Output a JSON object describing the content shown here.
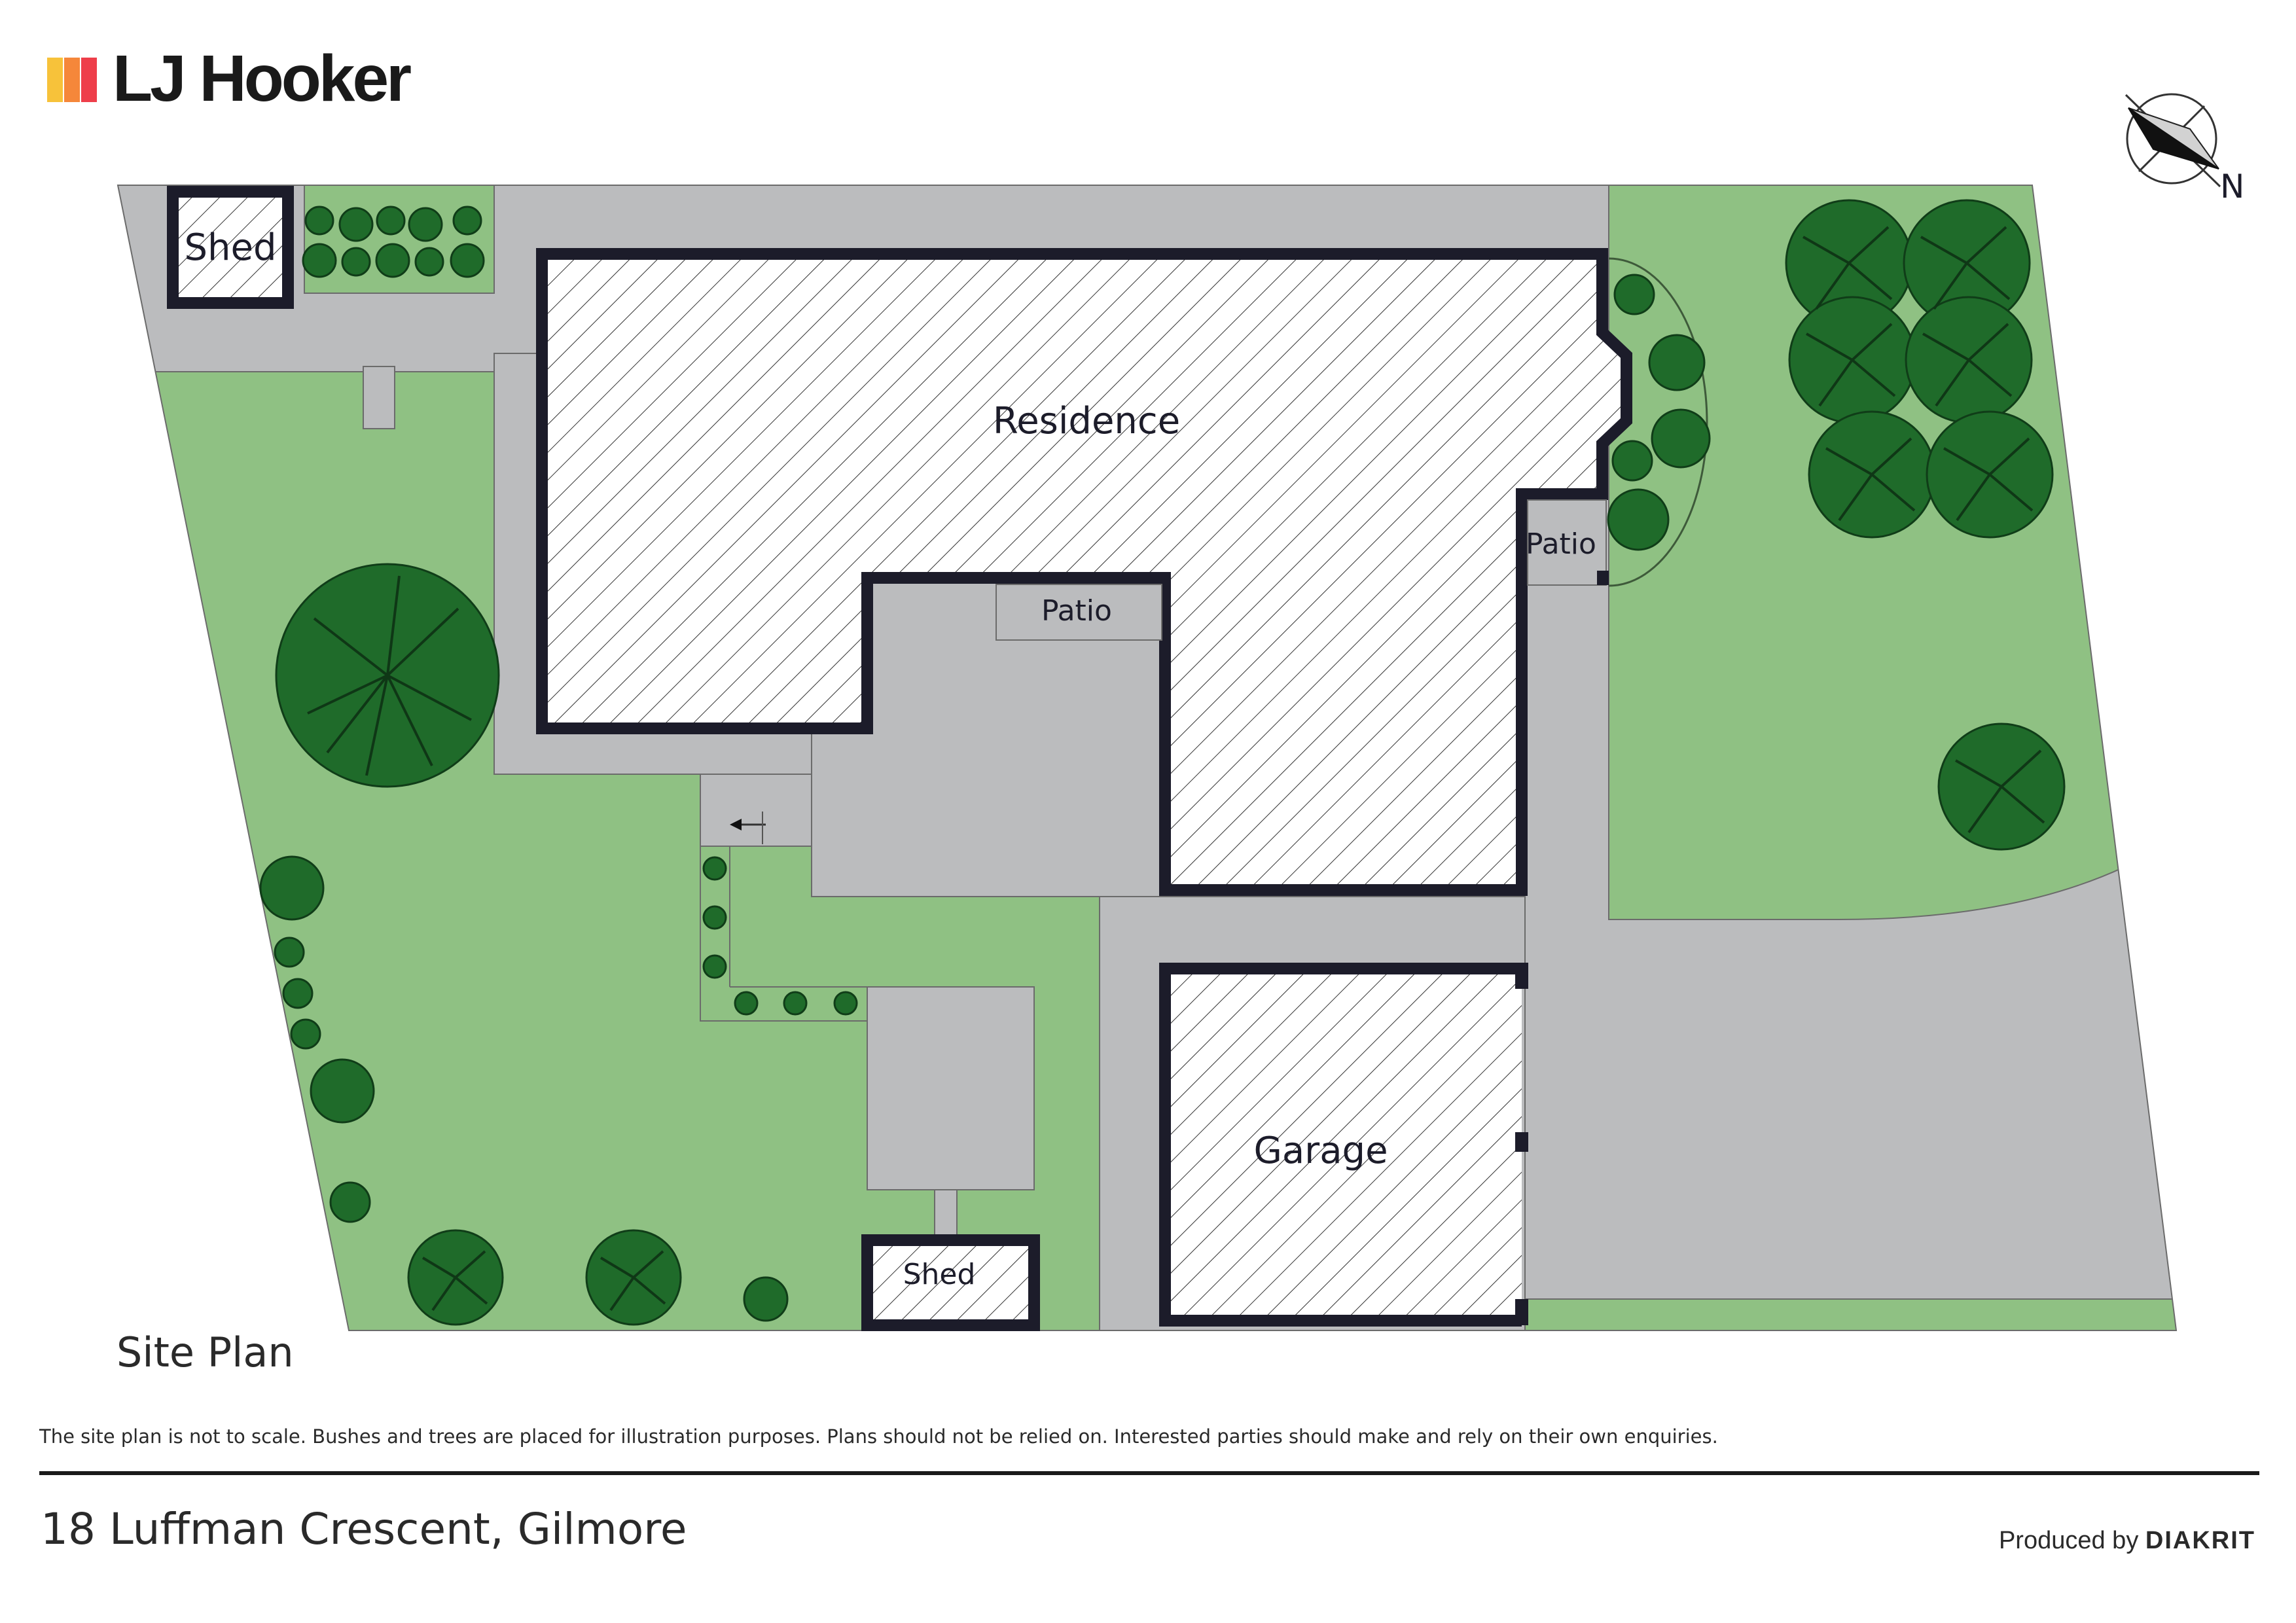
{
  "brand": {
    "name": "LJ Hooker",
    "logo_colors": [
      "#f7c23a",
      "#f5873a",
      "#ee3e4a"
    ]
  },
  "compass": {
    "label": "N"
  },
  "labels": {
    "residence": "Residence",
    "garage": "Garage",
    "patio_center": "Patio",
    "patio_right": "Patio",
    "shed_top": "Shed",
    "shed_bottom": "Shed"
  },
  "page": {
    "title": "Site Plan",
    "disclaimer": "The site plan is not to scale. Bushes and trees are placed for illustration purposes. Plans should not be relied on. Interested parties should make and rely on their own enquiries.",
    "address": "18 Luffman Crescent, Gilmore",
    "produced_by_prefix": "Produced by",
    "produced_by_brand": "DIAKRIT"
  },
  "colors": {
    "lawn": "#8fc183",
    "paving": "#bbbcbe",
    "wall": "#1c1c2a",
    "tree": "#1f6b2a"
  },
  "icons": [
    "north-arrow-icon",
    "stairs-arrow-icon"
  ]
}
